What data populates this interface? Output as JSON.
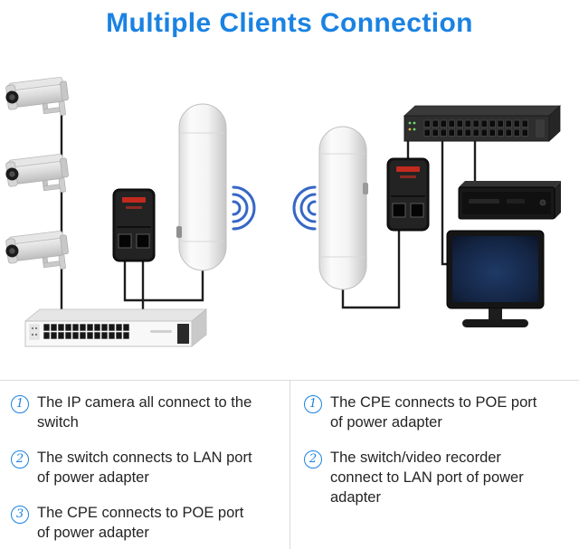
{
  "title": "Multiple Clients Connection",
  "colors": {
    "accent_blue": "#1a82e2",
    "wifi_wave": "#3767c6",
    "cable": "#1d1d1d"
  },
  "diagram": {
    "devices": [
      "ip-camera",
      "ip-camera",
      "ip-camera",
      "poe-power-adapter-left",
      "cpe-wireless-bridge-left",
      "network-switch-bottom-left",
      "cpe-wireless-bridge-right",
      "poe-power-adapter-right",
      "network-switch-top-right",
      "video-recorder",
      "monitor-display"
    ],
    "wifi_signals": [
      "wifi-waves-right-facing",
      "wifi-waves-left-facing"
    ]
  },
  "legend": {
    "left": [
      {
        "num": "1",
        "text": "The IP camera all connect to the switch"
      },
      {
        "num": "2",
        "text": "The switch connects to LAN port of power adapter"
      },
      {
        "num": "3",
        "text": "The CPE connects to POE port of power adapter"
      }
    ],
    "right": [
      {
        "num": "1",
        "text": "The CPE connects to POE port of power adapter"
      },
      {
        "num": "2",
        "text": "The switch/video recorder connect to LAN port of power adapter"
      }
    ]
  }
}
